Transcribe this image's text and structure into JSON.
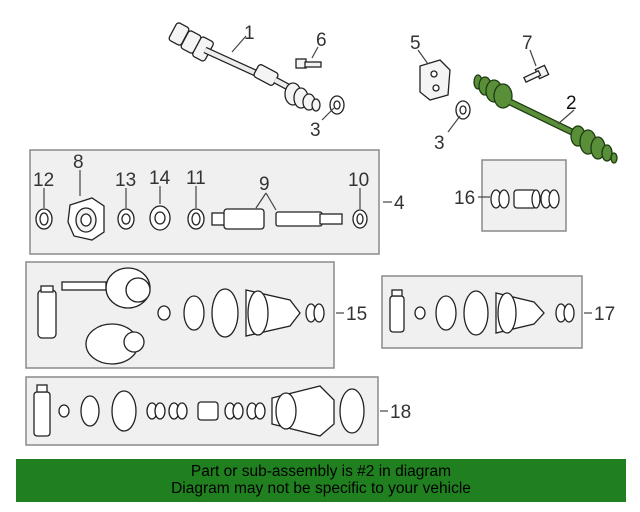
{
  "callouts": {
    "c1": "1",
    "c2": "2",
    "c3a": "3",
    "c3b": "3",
    "c4": "4",
    "c5": "5",
    "c6": "6",
    "c7": "7",
    "c8": "8",
    "c9": "9",
    "c10": "10",
    "c11": "11",
    "c12": "12",
    "c13": "13",
    "c14": "14",
    "c15": "15",
    "c16": "16",
    "c17": "17",
    "c18": "18"
  },
  "highlighted_part": "2",
  "colors": {
    "highlight": "#5a8f3a",
    "banner": "#208020"
  },
  "banner": {
    "line1": "Part or sub-assembly is #2 in diagram",
    "line2": "Diagram may not be specific to your vehicle"
  }
}
